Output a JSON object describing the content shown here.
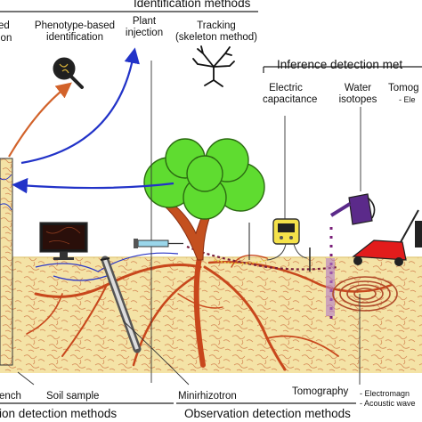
{
  "headings": {
    "identification": "Identification methods",
    "inference": "Inference detection met",
    "excavation": "ion detection methods",
    "observation": "Observation detection methods"
  },
  "identification_items": {
    "cut_left": "ed",
    "cut_left2": "ion",
    "phenotype": [
      "Phenotype-based",
      "identification"
    ],
    "plant_injection": [
      "Plant",
      "injection"
    ],
    "tracking": [
      "Tracking",
      "(skeleton method)"
    ]
  },
  "inference_items": {
    "electric": [
      "Electric",
      "capacitance"
    ],
    "water": [
      "Water",
      "isotopes"
    ],
    "tomography_top": "Tomog",
    "tomography_sub": "- Ele"
  },
  "ground_labels": {
    "trench": "ench",
    "soil_sample": "Soil sample",
    "minirhizotron": "Minirhizotron",
    "tomography": "Tomography",
    "electromagnetic": "- Electromagn",
    "acoustic": "- Acoustic wave"
  },
  "colors": {
    "soil": "#f3e2a4",
    "root": "#c8471c",
    "canopy": "#5fdc30",
    "arrow_orange": "#d2622a",
    "arrow_blue": "#2233c8"
  }
}
